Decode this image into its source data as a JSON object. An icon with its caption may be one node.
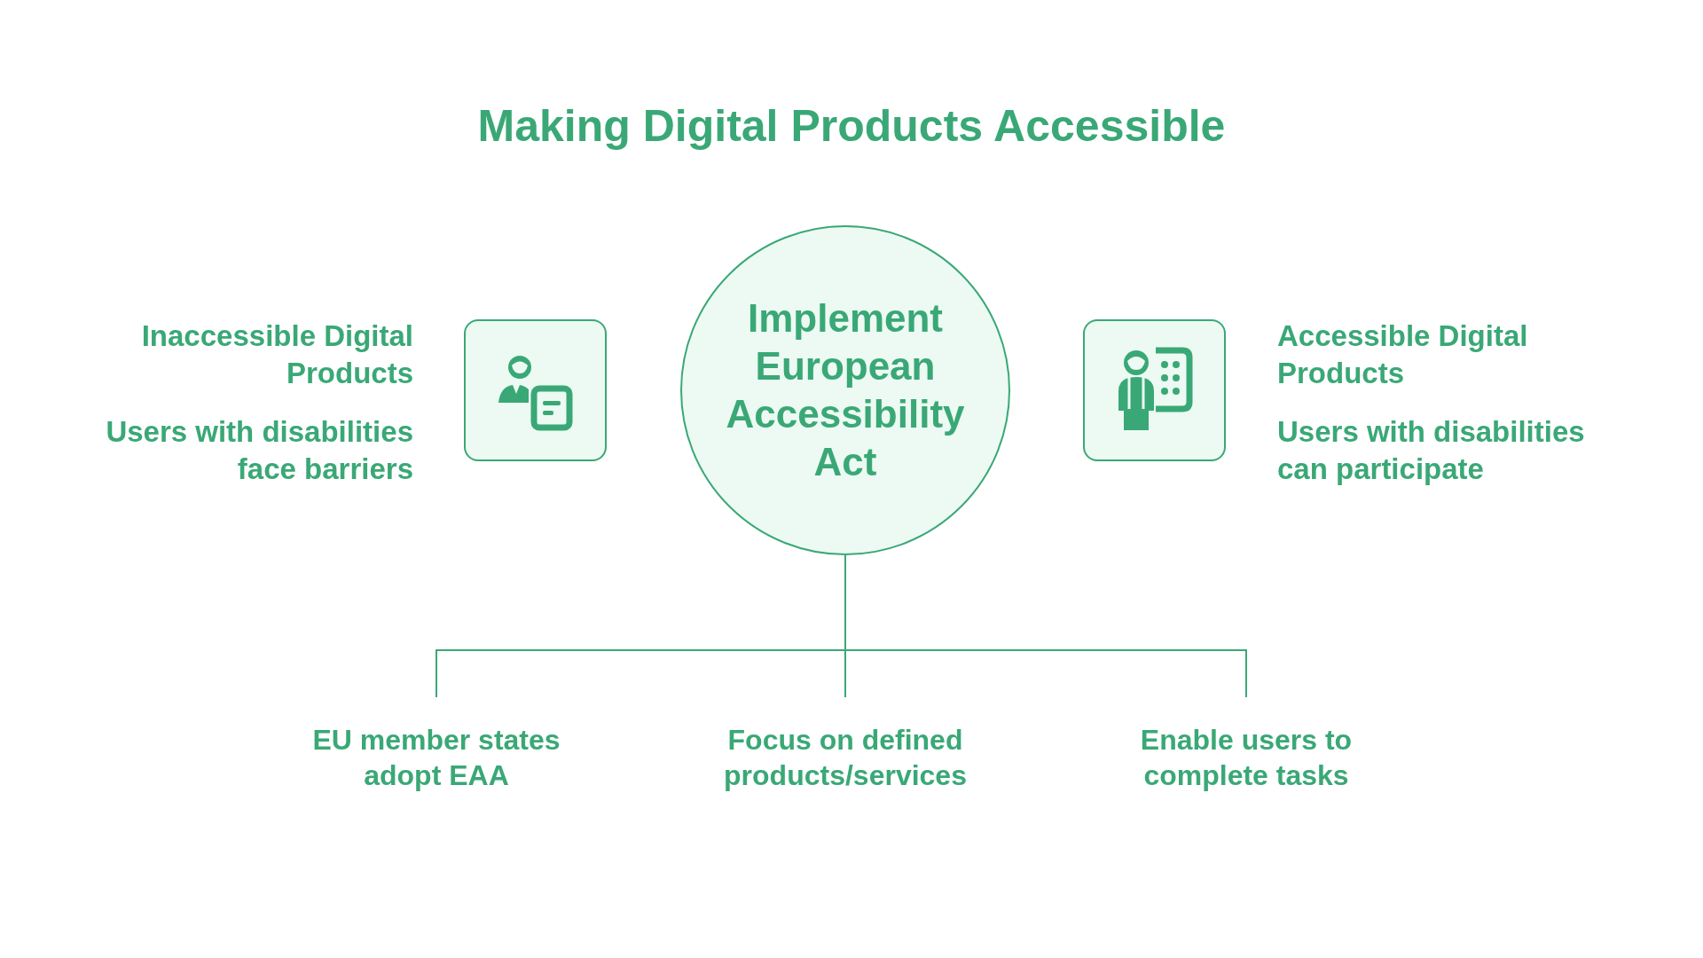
{
  "diagram": {
    "title": "Making Digital Products Accessible",
    "nodes": [
      {
        "text": [
          "Implement European Accessibility Act"
        ]
      },
      {
        "text": [],
        "shape": "box",
        "beside": [
          "Inaccessible Digital Products",
          "Users with disabilities face barriers"
        ]
      },
      {
        "text": [],
        "shape": "box",
        "beside": [
          "Accessible Digital Products",
          "Users with disabilities can participate"
        ]
      },
      {
        "text": [
          "EU member states adopt EAA"
        ]
      },
      {
        "text": [
          "Focus on defined products/services"
        ]
      },
      {
        "text": [
          "Enable users to complete tasks"
        ]
      }
    ],
    "edges": [
      {
        "from": 0,
        "to": 3,
        "arrow": "none"
      },
      {
        "from": 0,
        "to": 4,
        "arrow": "none"
      },
      {
        "from": 0,
        "to": 5,
        "arrow": "none"
      }
    ]
  }
}
